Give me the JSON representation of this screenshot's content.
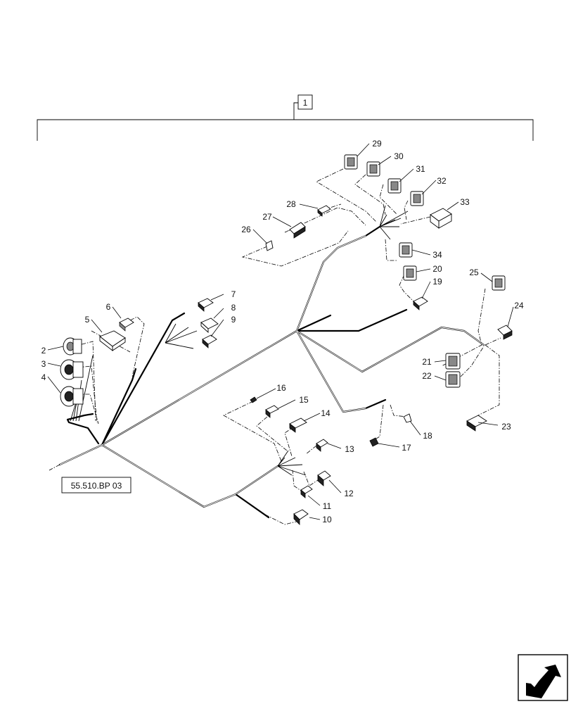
{
  "assembly_label": "1",
  "reference": "55.510.BP 03",
  "callouts": [
    "2",
    "3",
    "4",
    "5",
    "6",
    "7",
    "8",
    "9",
    "10",
    "11",
    "12",
    "13",
    "14",
    "15",
    "16",
    "17",
    "18",
    "19",
    "20",
    "21",
    "22",
    "23",
    "24",
    "25",
    "26",
    "27",
    "28",
    "29",
    "30",
    "31",
    "32",
    "33",
    "34"
  ],
  "icons": {
    "nav": "next-page-arrow-icon"
  }
}
